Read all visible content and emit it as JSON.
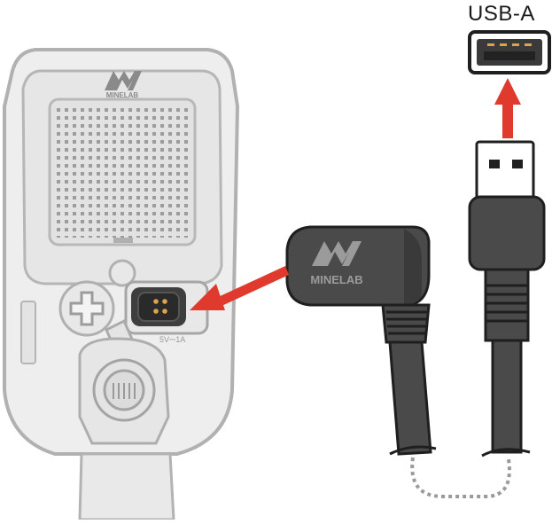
{
  "connector_label": "USB-A",
  "logo_text_device": "MINELAB",
  "logo_text_plug": "MINELAB",
  "charge_port_marking": "5V⎓1A",
  "colors": {
    "device_body": "#ececec",
    "device_outline": "#a9a9a9",
    "cable": "#4a4a4a",
    "cable_dark": "#2b2b2b",
    "arrow": "#e03a2e",
    "pins": "#e0a24a"
  }
}
